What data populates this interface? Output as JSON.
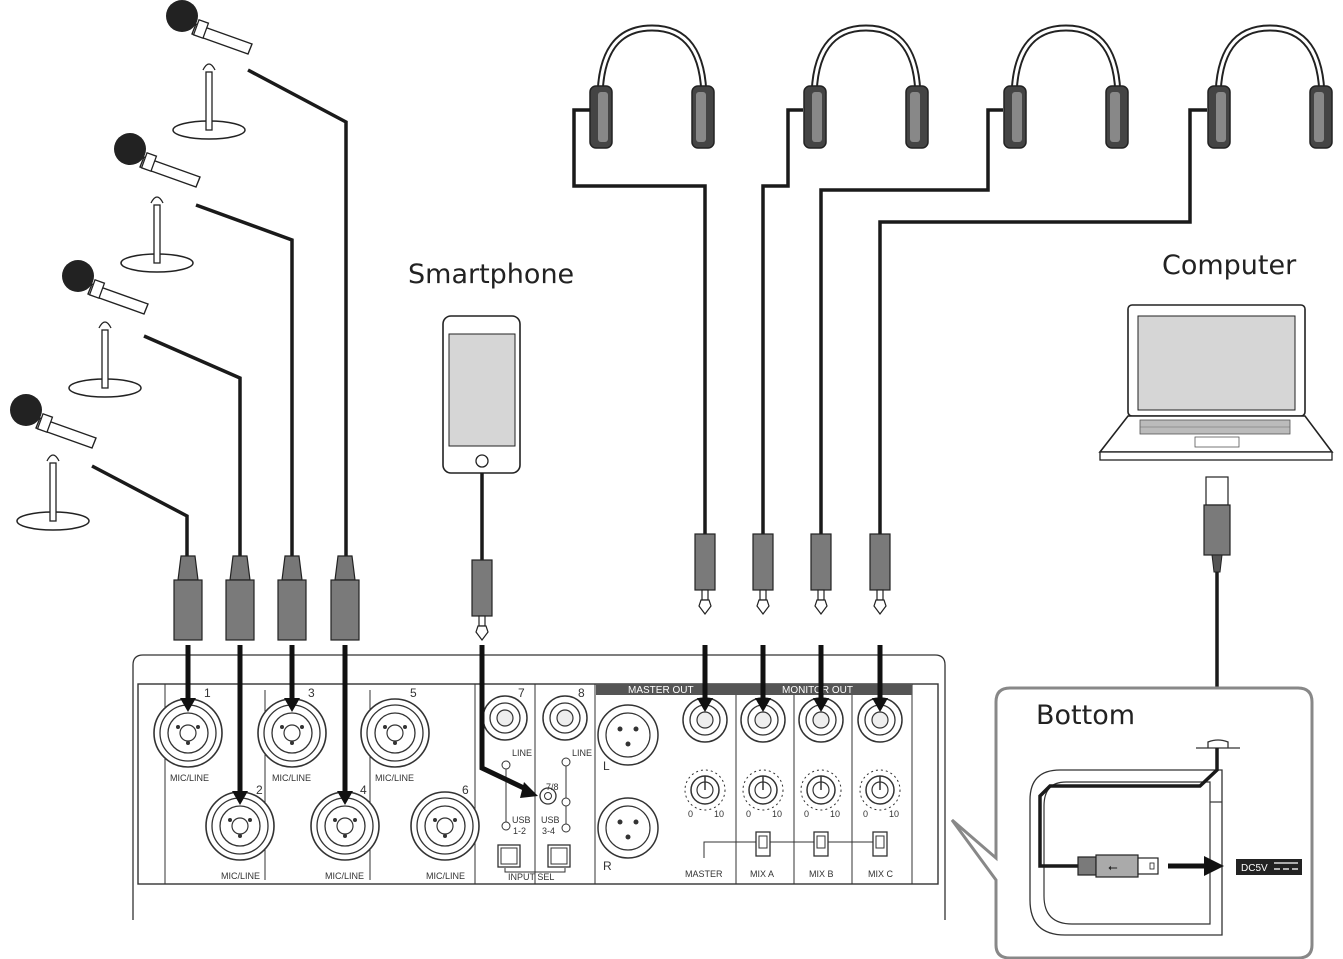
{
  "labels": {
    "smartphone": "Smartphone",
    "computer": "Computer",
    "bottom": "Bottom"
  },
  "mixer": {
    "channel_numbers": [
      "1",
      "2",
      "3",
      "4",
      "5",
      "6",
      "7",
      "8"
    ],
    "mic_line": "MIC/LINE",
    "line": "LINE",
    "input_sel": "INPUT SEL",
    "usb_12": "USB",
    "usb_12_sub": "1-2",
    "usb_34": "USB",
    "usb_34_sub": "3-4",
    "ch78": "7/8",
    "master_out": "MASTER OUT",
    "monitor_out": "MONITOR OUT",
    "left": "L",
    "right": "R",
    "knob_min": "0",
    "knob_max": "10",
    "outputs": [
      "MASTER",
      "MIX A",
      "MIX B",
      "MIX C"
    ]
  },
  "bottom_panel": {
    "power": "DC5V"
  },
  "colors": {
    "line": "#1a1a1a",
    "plug_gray": "#7a7a7a",
    "panel_border": "#888888",
    "header_bar": "#555555"
  }
}
